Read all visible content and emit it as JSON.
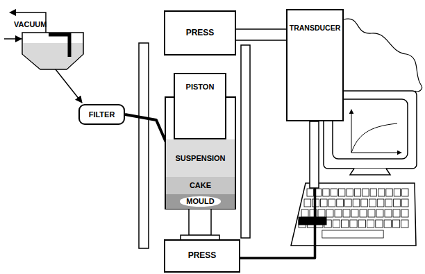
{
  "diagram": {
    "nodes": [
      {
        "text": [
          "PRESS"
        ]
      },
      {
        "text": [
          "TRANSDUCER"
        ]
      },
      {
        "text": [
          "FILTER"
        ]
      },
      {
        "text": [
          "PISTON"
        ]
      },
      {
        "text": [
          "SUSPENSION"
        ]
      },
      {
        "text": [
          "CAKE"
        ]
      },
      {
        "text": [
          "MOULD"
        ]
      },
      {
        "text": [
          "PRESS"
        ]
      }
    ],
    "edges": [
      {
        "from": 0,
        "to": 1,
        "arrow": "none"
      },
      {
        "from": 2,
        "to": 4,
        "arrow": "none"
      },
      {
        "from": 7,
        "to": 1,
        "arrow": "none"
      }
    ],
    "labels": [
      "VACUUM"
    ]
  }
}
